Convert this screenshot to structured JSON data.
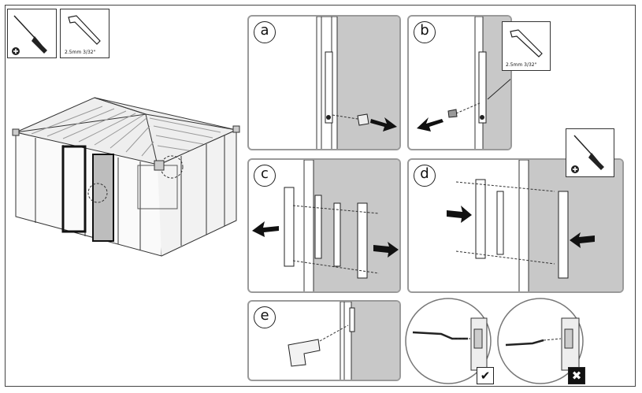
{
  "tools": {
    "screwdriver": {
      "icon": "phillips-screwdriver-icon"
    },
    "allen_key": {
      "icon": "allen-key-icon",
      "label": "2.5mm 3/32\""
    }
  },
  "steps": [
    {
      "id": "a",
      "label": "a",
      "description_icon": "remove-key-from-lock"
    },
    {
      "id": "b",
      "label": "b",
      "description_icon": "unscrew-with-allen-key",
      "tool_label": "2.5mm 3/32\""
    },
    {
      "id": "c",
      "label": "c",
      "description_icon": "remove-handles"
    },
    {
      "id": "d",
      "label": "d",
      "description_icon": "reinstall-handles-with-screwdriver"
    },
    {
      "id": "e",
      "label": "e",
      "description_icon": "insert-part"
    }
  ],
  "checks": {
    "correct": {
      "icon": "checkmark-icon",
      "symbol": "✔"
    },
    "incorrect": {
      "icon": "cross-icon",
      "symbol": "✖"
    }
  },
  "colors": {
    "panel_border": "#9a9a9a",
    "door_gray": "#c8c8c8",
    "line": "#222222"
  }
}
